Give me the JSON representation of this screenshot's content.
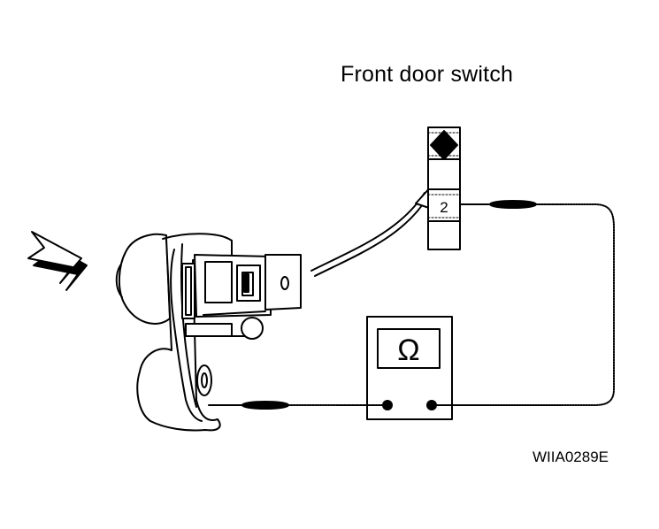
{
  "title": "Front door switch",
  "connector": {
    "terminal_label": "2"
  },
  "meter": {
    "symbol": "Ω"
  },
  "figure_code": "WIIA0289E"
}
